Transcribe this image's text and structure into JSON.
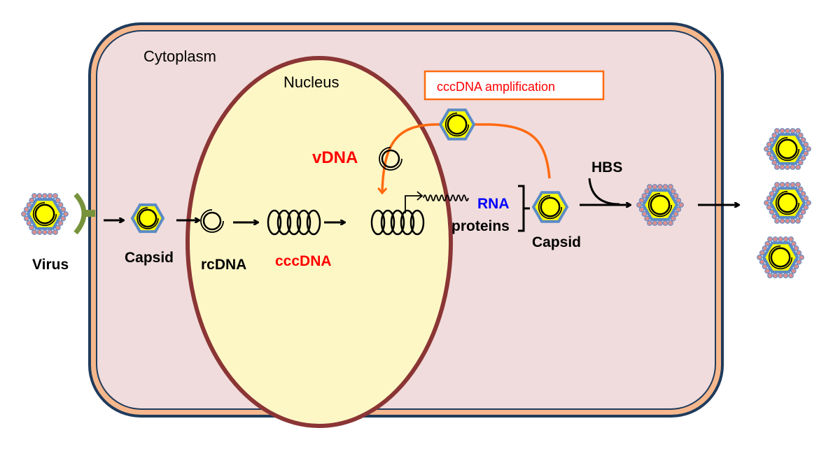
{
  "labels": {
    "cytoplasm": "Cytoplasm",
    "nucleus": "Nucleus",
    "amplification": "cccDNA amplification",
    "vdna": "vDNA",
    "virus": "Virus",
    "capsid_entry": "Capsid",
    "rcdna": "rcDNA",
    "cccdna": "cccDNA",
    "rna": "RNA",
    "proteins": "proteins",
    "capsid_exit": "Capsid",
    "hbs": "HBS"
  },
  "colors": {
    "cell_fill": "#f0dcdc",
    "cell_border": "#1f3b5c",
    "cell_band": "#f6b78c",
    "nucleus_fill": "#fdf7c6",
    "nucleus_border": "#8b3535",
    "capsid_border": "#5b8ac6",
    "capsid_fill": "#ffff00",
    "envelope_dots": "#d98f8f",
    "receptor": "#77933c",
    "amplification": "#ff6a10",
    "red_text": "#ff0000",
    "blue_text": "#0000ff"
  }
}
